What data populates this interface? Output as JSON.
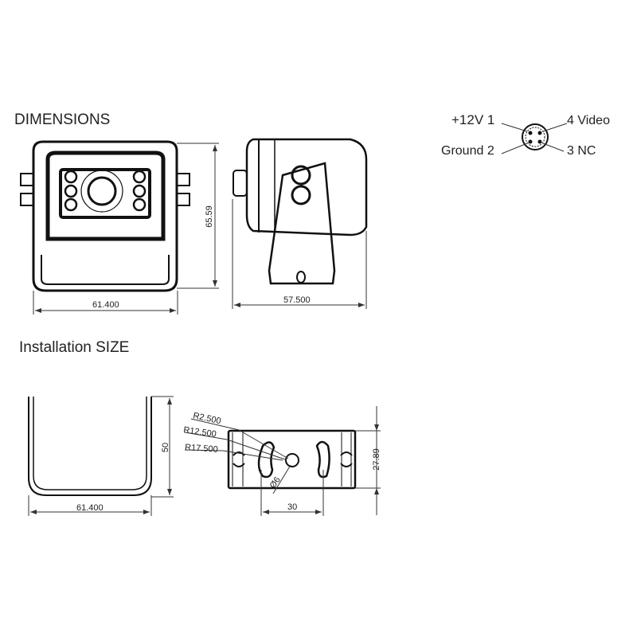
{
  "headings": {
    "dimensions": "DIMENSIONS",
    "installation": "Installation SIZE"
  },
  "front_view": {
    "width_dim": "61.400",
    "height_dim": "65.59"
  },
  "side_view": {
    "depth_dim": "57.500"
  },
  "connector": {
    "pin1": "+12V 1",
    "pin2": "Ground 2",
    "pin3": "3  NC",
    "pin4": "4 Video"
  },
  "bracket": {
    "width_dim": "61.400",
    "height_dim": "50"
  },
  "base_plate": {
    "r1": "R2.500",
    "r2": "R12.500",
    "r3": "R17.500",
    "hole_dia": "Ø6",
    "slot_spacing": "30",
    "height_dim": "27.89"
  }
}
